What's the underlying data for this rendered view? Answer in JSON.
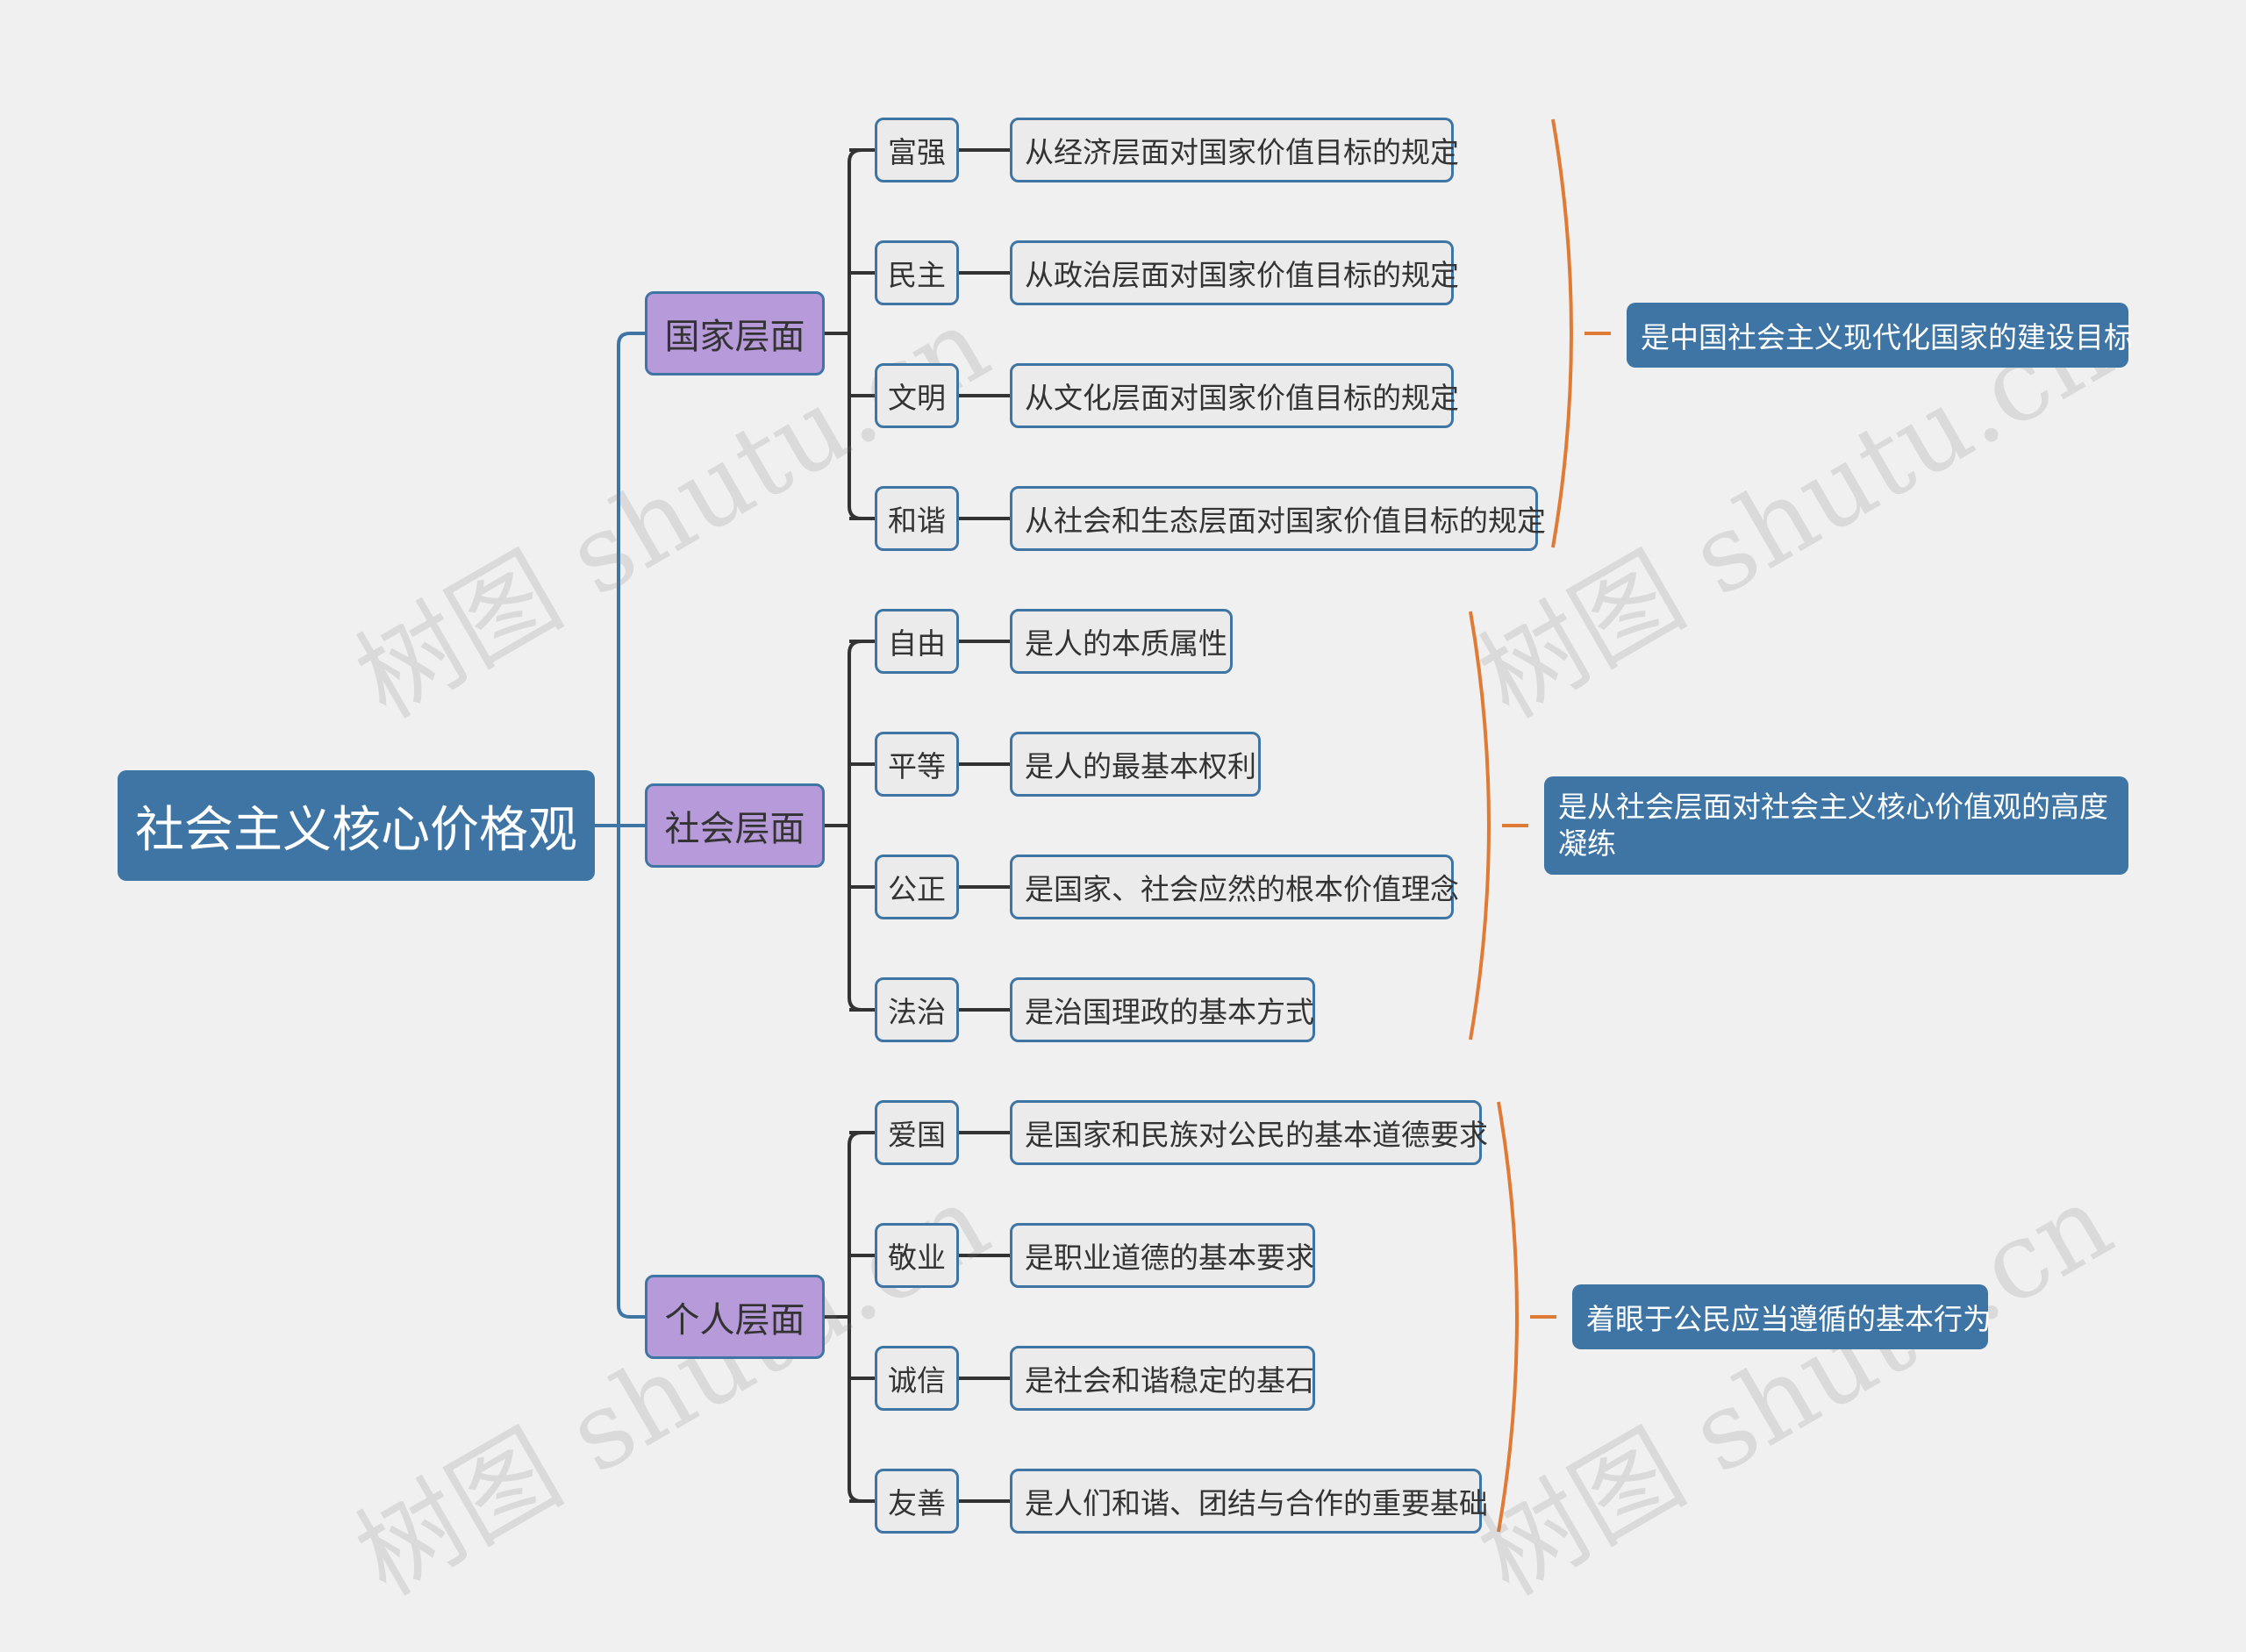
{
  "root": "社会主义核心价格观",
  "levels": [
    {
      "label": "国家层面",
      "summary": "是中国社会主义现代化国家的建设目标",
      "items": [
        {
          "value": "富强",
          "desc": "从经济层面对国家价值目标的规定"
        },
        {
          "value": "民主",
          "desc": "从政治层面对国家价值目标的规定"
        },
        {
          "value": "文明",
          "desc": "从文化层面对国家价值目标的规定"
        },
        {
          "value": "和谐",
          "desc": "从社会和生态层面对国家价值目标的规定"
        }
      ]
    },
    {
      "label": "社会层面",
      "summary": "是从社会层面对社会主义核心价值观的高度凝练",
      "items": [
        {
          "value": "自由",
          "desc": "是人的本质属性"
        },
        {
          "value": "平等",
          "desc": "是人的最基本权利"
        },
        {
          "value": "公正",
          "desc": "是国家、社会应然的根本价值理念"
        },
        {
          "value": "法治",
          "desc": "是治国理政的基本方式"
        }
      ]
    },
    {
      "label": "个人层面",
      "summary": "着眼于公民应当遵循的基本行为",
      "items": [
        {
          "value": "爱国",
          "desc": "是国家和民族对公民的基本道德要求"
        },
        {
          "value": "敬业",
          "desc": "是职业道德的基本要求"
        },
        {
          "value": "诚信",
          "desc": "是社会和谐稳定的基石"
        },
        {
          "value": "友善",
          "desc": "是人们和谐、团结与合作的重要基础"
        }
      ]
    }
  ],
  "watermark": "树图 shutu.cn",
  "colors": {
    "root_bg": "#3e75a5",
    "level_bg": "#b79ad9",
    "node_border": "#3e75a5",
    "leaf_bg": "#ebebeb",
    "bracket": "#e07b35",
    "connector": "#333333"
  }
}
